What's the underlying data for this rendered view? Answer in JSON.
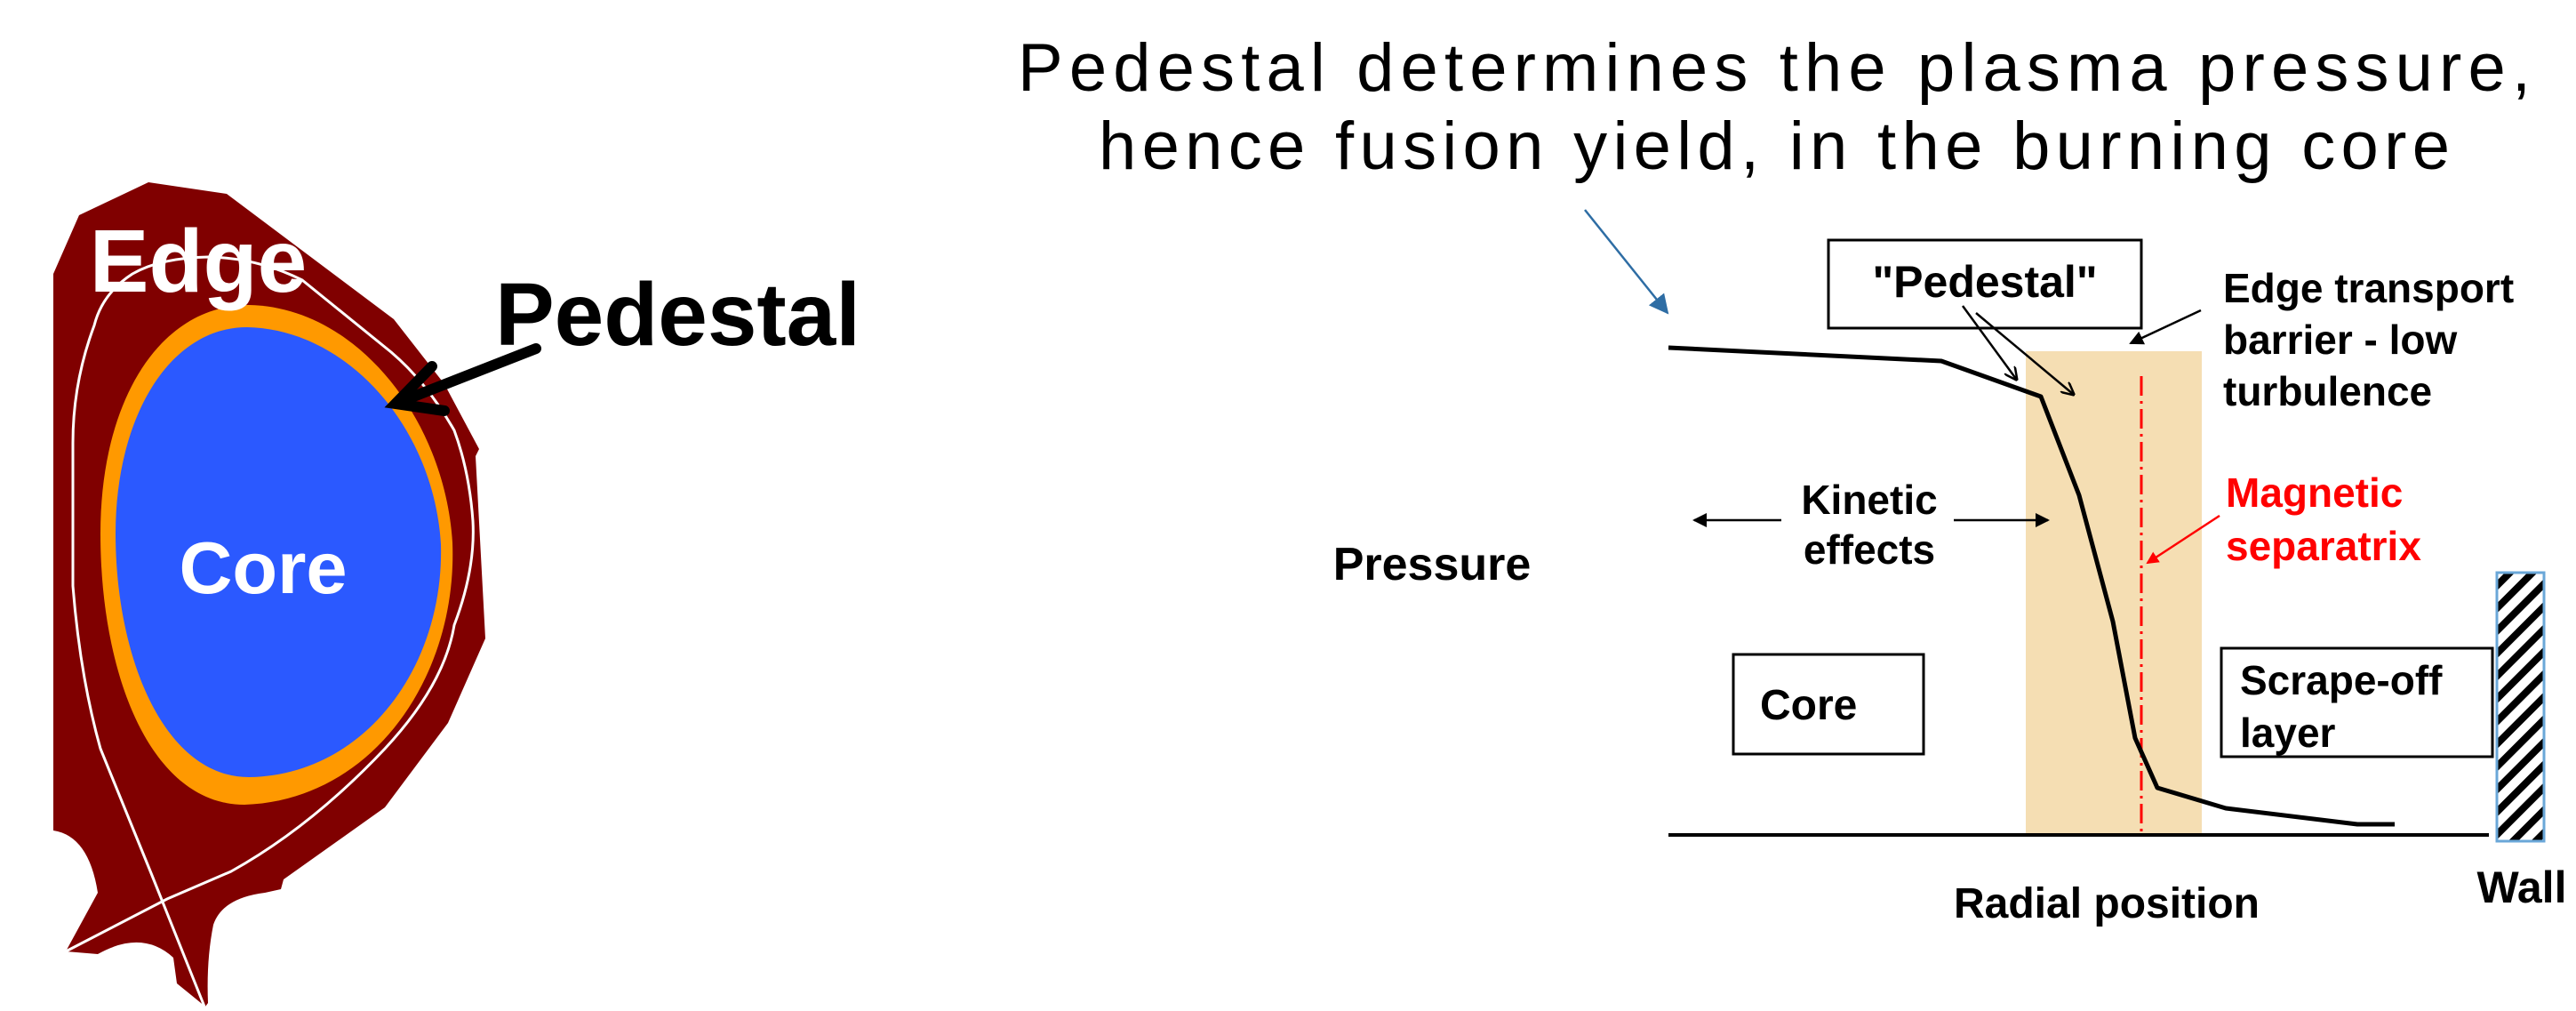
{
  "left_figure": {
    "edge_label": "Edge",
    "core_label": "Core",
    "pedestal_label": "Pedestal"
  },
  "headline": {
    "line1": "Pedestal determines the plasma pressure,",
    "line2": "hence fusion yield, in the burning core"
  },
  "profile": {
    "y_label": "Pressure",
    "x_label": "Radial position",
    "pedestal_box": "\"Pedestal\"",
    "etb_line1": "Edge transport",
    "etb_line2": "barrier - low",
    "etb_line3": "turbulence",
    "kinetic_line1": "Kinetic",
    "kinetic_line2": "effects",
    "separatrix_line1": "Magnetic",
    "separatrix_line2": "separatrix",
    "core_box": "Core",
    "sol_line1": "Scrape-off",
    "sol_line2": "layer",
    "wall_label": "Wall"
  },
  "colors": {
    "edge": "#800000",
    "pedestal": "#ff9900",
    "core": "#2b59ff",
    "band": "#f5deb3",
    "separatrix": "#ff0000",
    "pointer": "#2e6da4"
  }
}
